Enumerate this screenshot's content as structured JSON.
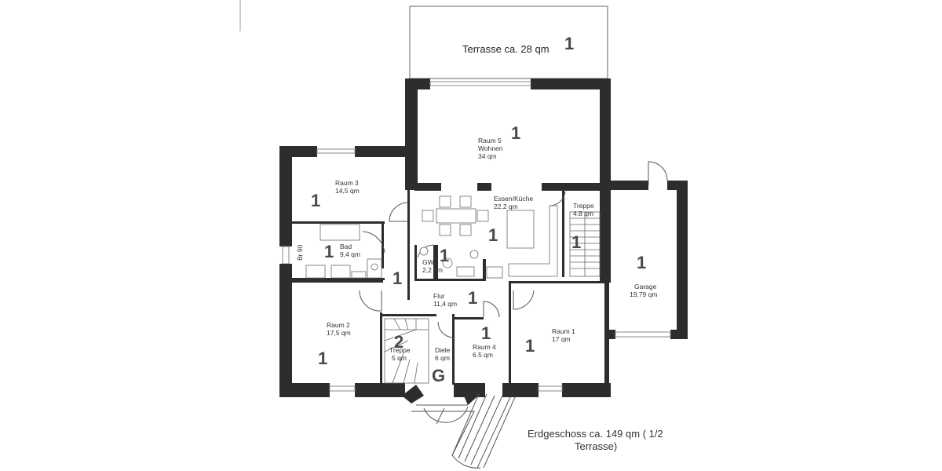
{
  "terrace": {
    "label": "Terrasse ca. 28 qm",
    "number": "1"
  },
  "rooms": {
    "raum5": {
      "name": "Raum 5",
      "use": "Wohnen",
      "area": "34 qm",
      "number": "1"
    },
    "raum3": {
      "name": "Raum 3",
      "area": "14,5 qm",
      "number": "1"
    },
    "essen": {
      "name": "Essen/Küche",
      "area": "22,2 qm",
      "number": "1"
    },
    "treppe_r": {
      "name": "Treppe",
      "area": "4.8 qm",
      "number": "1"
    },
    "bad": {
      "name": "Bad",
      "area": "9,4 qm",
      "number": "1"
    },
    "gwc": {
      "name": "GWC",
      "area": "2,2 qm",
      "number": "1"
    },
    "flur": {
      "name": "Flur",
      "area": "11,4 qm",
      "number": "1"
    },
    "garage": {
      "name": "Garage",
      "area": "19,79 qm",
      "number": "1"
    },
    "raum2": {
      "name": "Raum 2",
      "area": "17,5 qm",
      "number": "1"
    },
    "treppe_l": {
      "name": "Treppe",
      "area": "5 qm",
      "number": "2"
    },
    "diele": {
      "name": "Diele",
      "area": "6 qm",
      "letter": "G"
    },
    "raum4": {
      "name": "Raum 4",
      "area": "6.5 qm",
      "number": "1"
    },
    "raum1": {
      "name": "Raum 1",
      "area": "17 qm",
      "number": "1"
    }
  },
  "extra_numbers": {
    "left_corridor": "1"
  },
  "window_note": "Br 90",
  "caption": {
    "line1": "Erdgeschoss ca. 149 qm ( 1/2",
    "line2": "Terrasse)"
  },
  "colors": {
    "wall": "#2d2d2d",
    "background": "#ffffff",
    "text": "#333333"
  }
}
